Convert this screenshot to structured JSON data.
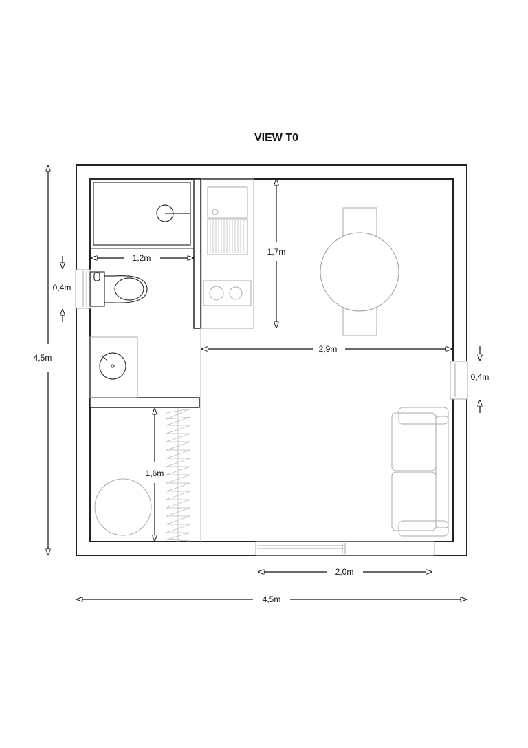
{
  "title": "VIEW T0",
  "dimensions": {
    "bath_width": "1,2m",
    "kitchen_length": "1,7m",
    "living_width": "2,9m",
    "closet_length": "1,6m",
    "left_window": "0,4m",
    "right_window": "0,4m",
    "bottom_window": "2,0m",
    "total_width": "4,5m",
    "total_height": "4,5m"
  }
}
